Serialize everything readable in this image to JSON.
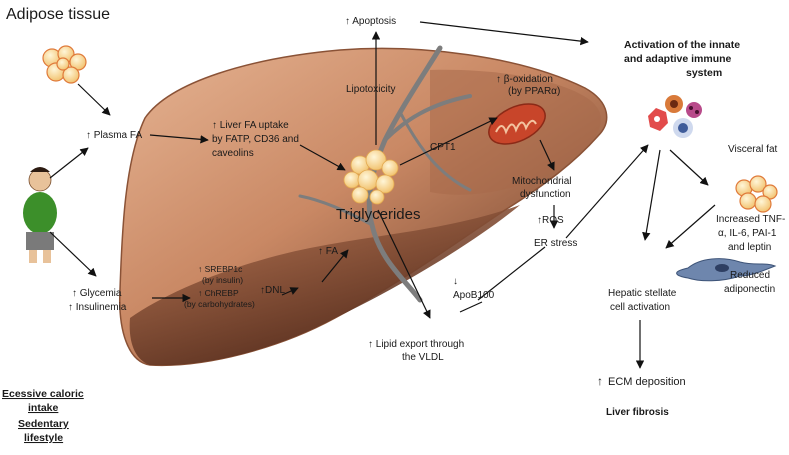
{
  "title": "Adipose tissue",
  "colors": {
    "liver_light": "#d9a07a",
    "liver_dark": "#6b3a24",
    "vessel": "#7d7d7d",
    "fat": "#f6cc7a",
    "mito": "#c8452a",
    "stellate": "#6e86ad",
    "arrow": "#111111"
  },
  "labels": {
    "plasma_fa": "↑ Plasma FA",
    "liver_uptake_1": "↑ Liver FA uptake",
    "liver_uptake_2": "by FATP, CD36 and",
    "liver_uptake_3": "caveolins",
    "apoptosis": "↑ Apoptosis",
    "lipotoxicity": "Lipotoxicity",
    "beta_ox_1": "↑ β-oxidation",
    "beta_ox_2": "(by PPARα)",
    "cpt1": "CPT1",
    "mito_dys_1": "Mitochondrial",
    "mito_dys_2": "dysfunction",
    "ros": "↑ROS",
    "er_stress": "ER stress",
    "triglycerides": "Triglycerides",
    "fa": "↑ FA",
    "dnl": "↑DNL",
    "srebp_1": "↑ SREBP1c",
    "srebp_2": "(by insulin)",
    "chrebp_1": "↑ ChREBP",
    "chrebp_2": "(by carbohydrates)",
    "glycemia": "↑ Glycemia",
    "insulinemia": "↑ Insulinemia",
    "apob_1": "↓",
    "apob_2": "ApoB100",
    "lipid_export_1": "↑ Lipid export through",
    "lipid_export_2": "the VLDL",
    "activation_1": "Activation of the innate",
    "activation_2": "and adaptive immune",
    "activation_3": "system",
    "visceral_fat": "Visceral fat",
    "tnf_1": "Increased  TNF-",
    "tnf_2": "α, IL-6, PAI-1",
    "tnf_3": "and leptin",
    "adipo_1": "Reduced",
    "adipo_2": "adiponectin",
    "hsc_1": "Hepatic stellate",
    "hsc_2": "cell activation",
    "ecm": "ECM deposition",
    "ecm_arrow": "↑",
    "liver_fibrosis": "Liver fibrosis",
    "lifestyle_1": "Ecessive caloric",
    "lifestyle_2": "intake",
    "lifestyle_3": "Sedentary",
    "lifestyle_4": "lifestyle"
  }
}
